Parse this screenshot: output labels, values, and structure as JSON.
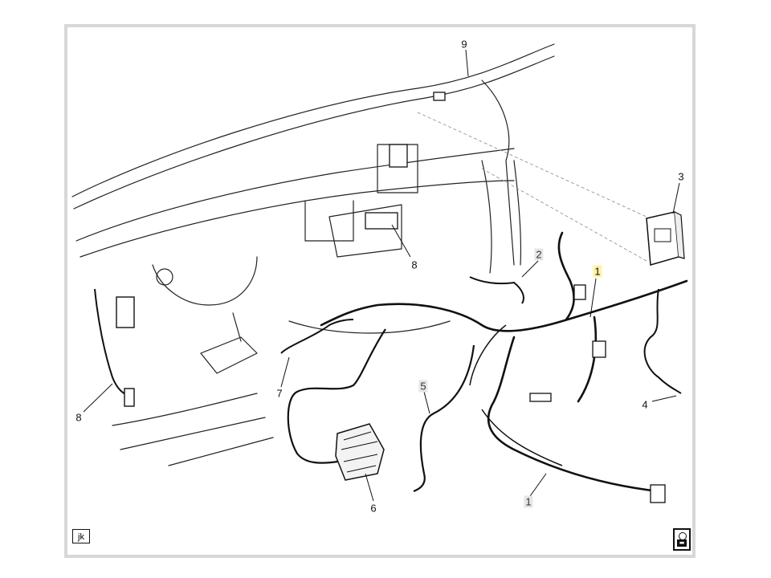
{
  "diagram": {
    "callouts": [
      {
        "id": "c9",
        "text": "9"
      },
      {
        "id": "c3",
        "text": "3"
      },
      {
        "id": "c2",
        "text": "2"
      },
      {
        "id": "c1a",
        "text": "1"
      },
      {
        "id": "c8a",
        "text": "8"
      },
      {
        "id": "c7",
        "text": "7"
      },
      {
        "id": "c8b",
        "text": "8"
      },
      {
        "id": "c4",
        "text": "4"
      },
      {
        "id": "c5",
        "text": "5"
      },
      {
        "id": "c6",
        "text": "6"
      },
      {
        "id": "c1b",
        "text": "1"
      }
    ],
    "corner_code": "jk",
    "corner_icon": "lubrication-symbol-icon",
    "colors": {
      "highlight": "#fff2a6",
      "frame": "#d7d7d7",
      "line": "#111111"
    }
  }
}
